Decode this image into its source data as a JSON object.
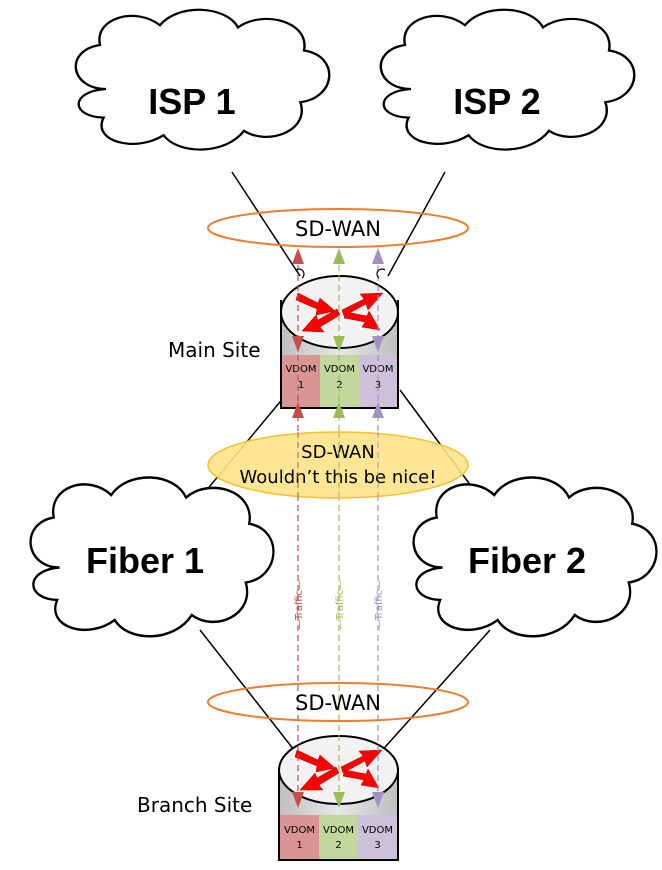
{
  "clouds": {
    "isp1": "ISP 1",
    "isp2": "ISP 2",
    "fiber1": "Fiber 1",
    "fiber2": "Fiber 2"
  },
  "sites": {
    "main": "Main Site",
    "branch": "Branch Site"
  },
  "sdwan": {
    "top": "SD-WAN",
    "middle_line1": "SD-WAN",
    "middle_line2": "Wouldn’t this be nice!",
    "bottom": "SD-WAN"
  },
  "vdoms": [
    {
      "label": "VDOM",
      "number": "1",
      "color": "#d99594",
      "arrow": "#c0504d"
    },
    {
      "label": "VDOM",
      "number": "2",
      "color": "#c3d69b",
      "arrow": "#9bbb59"
    },
    {
      "label": "VDOM",
      "number": "3",
      "color": "#ccc0da",
      "arrow": "#a391c1"
    }
  ],
  "traffic_label": "Traffic",
  "colors": {
    "ellipse_stroke": "#ed7d31",
    "middle_ellipse_fill": "#ffe38a",
    "middle_ellipse_stroke": "#f2c12e",
    "router_arrow": "#ff0000"
  }
}
